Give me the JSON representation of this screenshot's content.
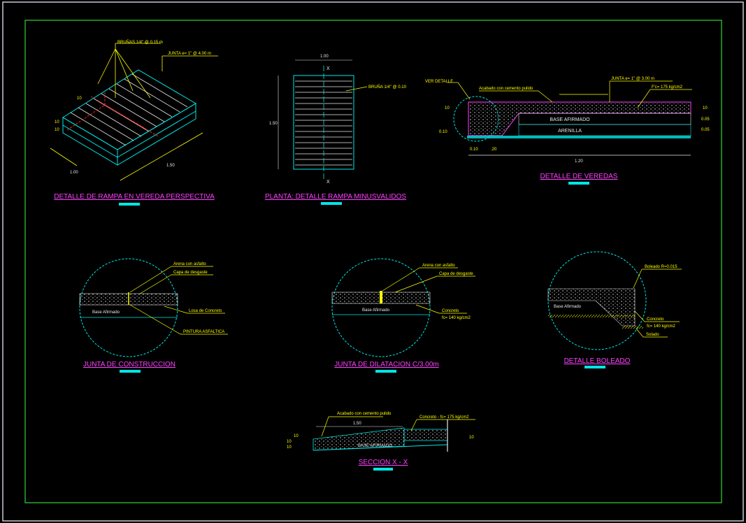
{
  "colors": {
    "background": "#000000",
    "frame": "#c8c8d2",
    "border": "#3cff3c",
    "cyan": "#00e6e6",
    "yellow": "#ffff00",
    "magenta": "#ff40ff",
    "white": "#e8e8e8",
    "red": "#ff2020"
  },
  "perspective": {
    "title": "DETALLE DE RAMPA EN VEREDA PERSPECTIVA",
    "note_bruna": "BRUÑAS 1/4\" @ 0.15 m",
    "note_junta": "JUNTA e= 1\" @ 4.00 m",
    "dim_100": "1.00",
    "dim_150": "1.50",
    "dim_a": "10",
    "dim_b": "10",
    "dim_c": "10"
  },
  "planta": {
    "title": "PLANTA: DETALLE RAMPA MINUSVALIDOS",
    "dim_top": "1.00",
    "dim_side": "1.50",
    "note_bruna": "BRUÑA 1/4\" @ 0.10",
    "cut_top": "X",
    "cut_bottom": "X"
  },
  "veredas": {
    "title": "DETALLE DE VEREDAS",
    "note_ver": "VER DETALLE",
    "note_acabado": "Acabado con cemento pulido",
    "note_junta": "JUNTA e= 1\" @ 3.00 m",
    "note_fc": "F'c= 175 kg/cm2",
    "layer_base": "BASE AFIRMADO",
    "layer_arena": "ARENILLA",
    "dim_r1": "10",
    "dim_r2": "0.05",
    "dim_r3": "0.05",
    "dim_l1": "10",
    "dim_l2": "0.10",
    "dim_b1": "0.10",
    "dim_b2": ".20",
    "dim_total": "1.20"
  },
  "construccion": {
    "title": "JUNTA DE CONSTRUCCION",
    "note1": "Arena con asfalto",
    "note2": "Capa de desgaste",
    "note3": "Losa de Concreto",
    "note4": "PINTURA ASFALTICA",
    "label_base": "Base Afirmado"
  },
  "dilatacion": {
    "title": "JUNTA DE DILATACION C/3.00m",
    "note1": "Arena con asfalto",
    "note2": "Capa de desgaste",
    "note3": "Concreto",
    "note4": "fc= 140 kg/cm2",
    "label_base": "Base Afirmado"
  },
  "boleado": {
    "title": "DETALLE BOLEADO",
    "note1": "Boleado R=0.015",
    "note2": "Concreto",
    "note3": "fc= 140 kg/cm2",
    "note4": "Solado",
    "label_base": "Base Afirmado"
  },
  "seccion": {
    "title": "SECCION X - X",
    "note_acabado": "Acabado con cemento pulido",
    "note_concreto": "Concreto - fc= 175 kg/cm2",
    "dim_150": "1.50",
    "dim_l1": "10",
    "dim_l2": "10",
    "dim_l3": "10",
    "dim_r": "10",
    "layer_base": "BASE AFIRMADO"
  }
}
